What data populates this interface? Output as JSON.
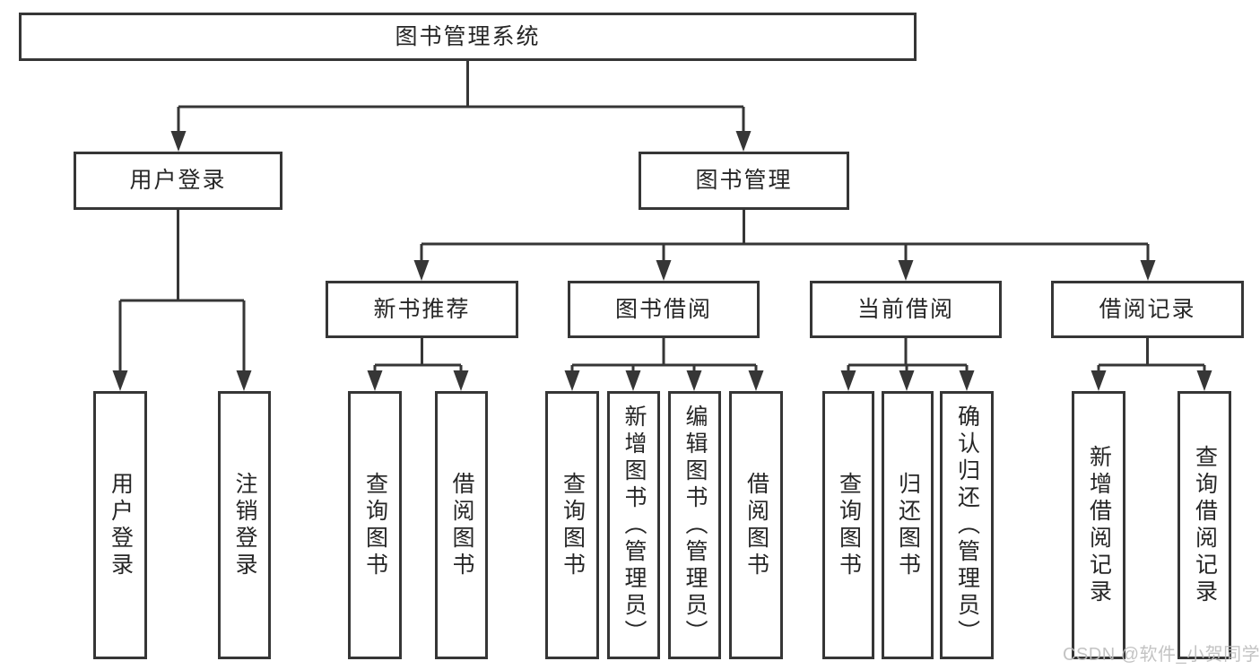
{
  "diagram": {
    "root": {
      "label": "图书管理系统"
    },
    "branches": [
      {
        "label": "用户登录",
        "leaves": [
          {
            "label": "用户登录"
          },
          {
            "label": "注销登录"
          }
        ]
      },
      {
        "label": "图书管理",
        "groups": [
          {
            "label": "新书推荐",
            "leaves": [
              {
                "label": "查询图书"
              },
              {
                "label": "借阅图书"
              }
            ]
          },
          {
            "label": "图书借阅",
            "leaves": [
              {
                "label": "查询图书"
              },
              {
                "label": "新增图书（管理员）"
              },
              {
                "label": "编辑图书（管理员）"
              },
              {
                "label": "借阅图书"
              }
            ]
          },
          {
            "label": "当前借阅",
            "leaves": [
              {
                "label": "查询图书"
              },
              {
                "label": "归还图书"
              },
              {
                "label": "确认归还（管理员）"
              }
            ]
          },
          {
            "label": "借阅记录",
            "leaves": [
              {
                "label": "新增借阅记录"
              },
              {
                "label": "查询借阅记录"
              }
            ]
          }
        ]
      }
    ],
    "watermark": "CSDN @软件_小贺同学",
    "colors": {
      "line": "#363636",
      "text": "#262626",
      "background": "#ffffff",
      "watermark": "#bdbdbd"
    }
  }
}
